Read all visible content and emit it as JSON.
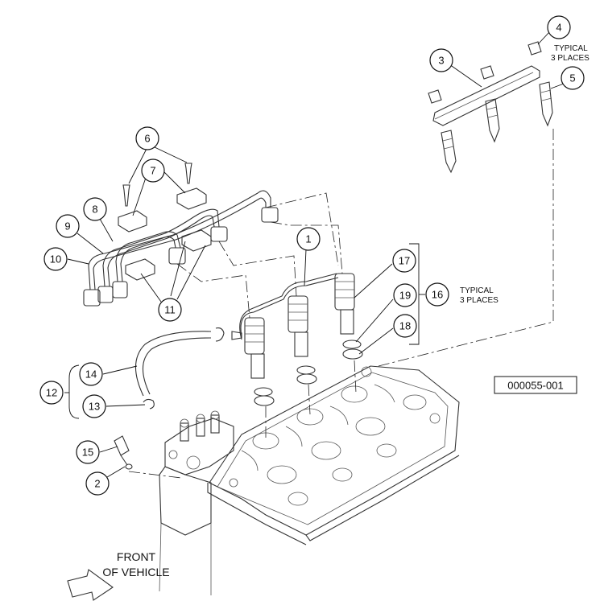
{
  "callouts": [
    {
      "id": "1",
      "text": "1"
    },
    {
      "id": "2",
      "text": "2"
    },
    {
      "id": "3",
      "text": "3"
    },
    {
      "id": "4",
      "text": "4"
    },
    {
      "id": "5",
      "text": "5"
    },
    {
      "id": "6",
      "text": "6"
    },
    {
      "id": "7",
      "text": "7"
    },
    {
      "id": "8",
      "text": "8"
    },
    {
      "id": "9",
      "text": "9"
    },
    {
      "id": "10",
      "text": "10"
    },
    {
      "id": "11",
      "text": "11"
    },
    {
      "id": "12",
      "text": "12"
    },
    {
      "id": "13",
      "text": "13"
    },
    {
      "id": "14",
      "text": "14"
    },
    {
      "id": "15",
      "text": "15"
    },
    {
      "id": "16",
      "text": "16"
    },
    {
      "id": "17",
      "text": "17"
    },
    {
      "id": "18",
      "text": "18"
    },
    {
      "id": "19",
      "text": "19"
    }
  ],
  "notes": {
    "typical_top_line1": "TYPICAL",
    "typical_top_line2": "3 PLACES",
    "typical_mid_line1": "TYPICAL",
    "typical_mid_line2": "3 PLACES",
    "front_line1": "FRONT",
    "front_line2": "OF VEHICLE"
  },
  "reference_number": "000055-001"
}
